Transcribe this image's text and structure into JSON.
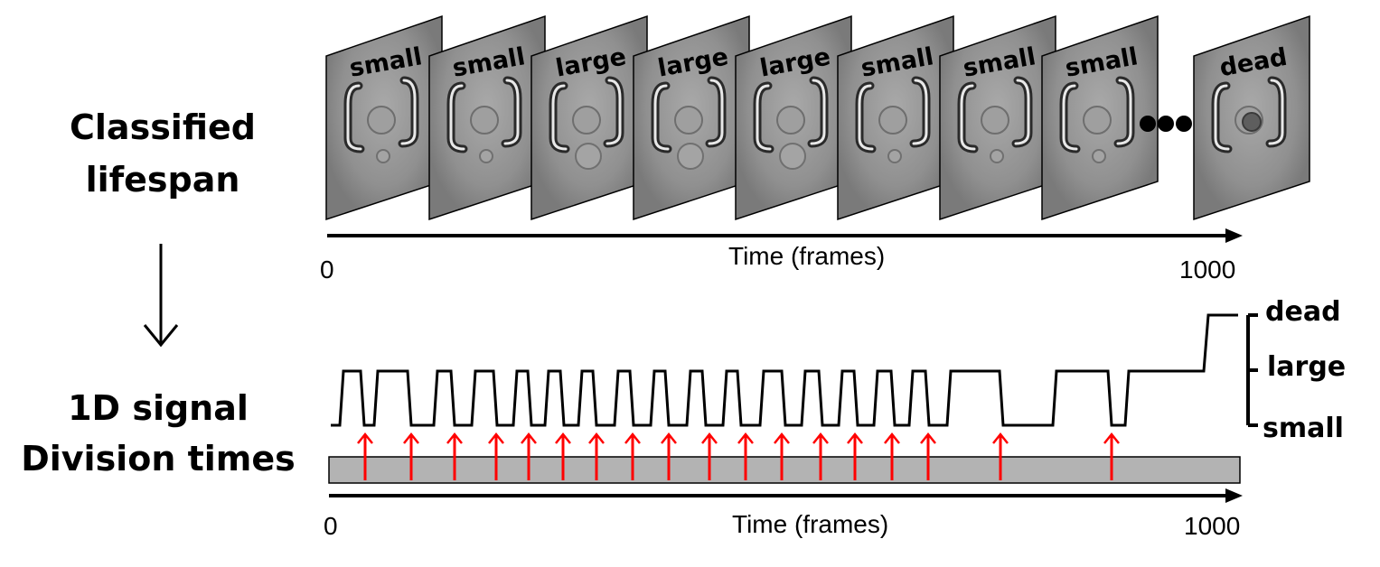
{
  "left_labels": {
    "top_line1": "Classified",
    "top_line2": "lifespan",
    "bottom_line1": "1D signal",
    "bottom_line2": "Division times"
  },
  "frames": [
    "small",
    "small",
    "large",
    "large",
    "large",
    "small",
    "small",
    "small",
    "dead"
  ],
  "ellipsis": "•••",
  "axis_top": {
    "start": "0",
    "end": "1000",
    "label": "Time (frames)"
  },
  "axis_bottom": {
    "start": "0",
    "end": "1000",
    "label": "Time (frames)"
  },
  "levels": [
    "dead",
    "large",
    "small"
  ],
  "colors": {
    "arrow": "#ff0000",
    "bar": "#b3b3b3",
    "frame": "#8c8c8c"
  }
}
